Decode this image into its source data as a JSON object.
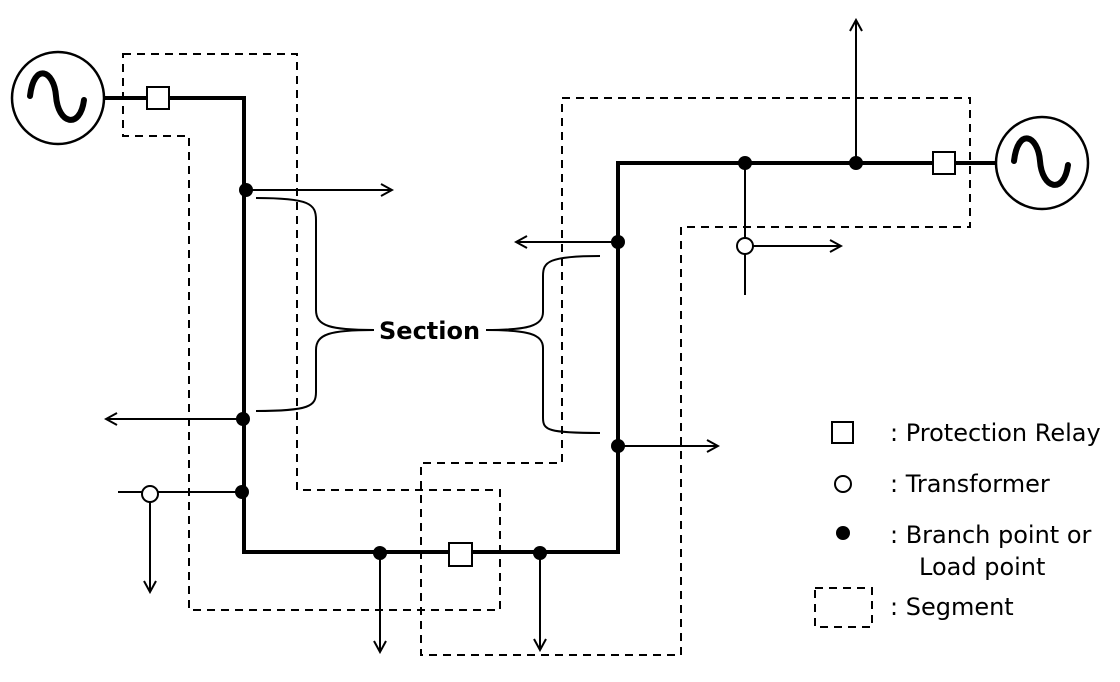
{
  "diagram": {
    "section_label": "Section"
  },
  "legend": {
    "items": [
      {
        "symbol": "square-icon",
        "text": ": Protection Relay"
      },
      {
        "symbol": "circle-icon",
        "text": ": Transformer"
      },
      {
        "symbol": "dot-icon",
        "text": ": Branch point or",
        "text2": "Load point"
      },
      {
        "symbol": "dashed-box-icon",
        "text": ": Segment"
      }
    ]
  }
}
